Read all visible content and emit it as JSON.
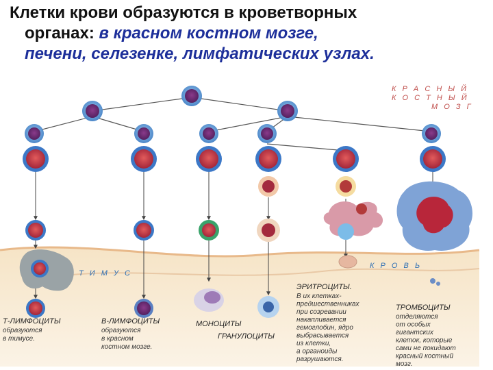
{
  "heading": {
    "line1": "Клетки  крови образуются в кроветворных",
    "line2_a": "органах: ",
    "line2_b": "в красном костном мозге,",
    "line3": "печени, селезенке, лимфатических узлах."
  },
  "diagram": {
    "marrow_label": [
      "К Р А С Н Ы Й",
      "К О С Т Н Ы Й",
      "М О З Г"
    ],
    "thymus_label": "Т И М У С",
    "blood_label": "К Р О В Ь",
    "t_lymph_title": "Т-ЛИМФОЦИТЫ",
    "t_lymph_note": [
      "образуются",
      "в тимусе."
    ],
    "b_lymph_title": "В-ЛИМФОЦИТЫ",
    "b_lymph_note": [
      "образуются",
      "в красном",
      "костном мозге."
    ],
    "monocytes_title": "МОНОЦИТЫ",
    "granulocytes_title": "ГРАНУЛОЦИТЫ",
    "erythro_title": "ЭРИТРОЦИТЫ.",
    "erythro_note": [
      "В их клетках-",
      "предшественниках",
      "при созревании",
      "накапливается",
      "гемоглобин, ядро",
      "выбрасывается",
      "из клетки,",
      "а органоиды",
      "разрушаются."
    ],
    "thrombo_title": "ТРОМБОЦИТЫ",
    "thrombo_note": [
      "отделяются",
      "от особых",
      "гигантских",
      "клеток, которые",
      "сами не покидают",
      "красный костный",
      "мозг."
    ]
  }
}
